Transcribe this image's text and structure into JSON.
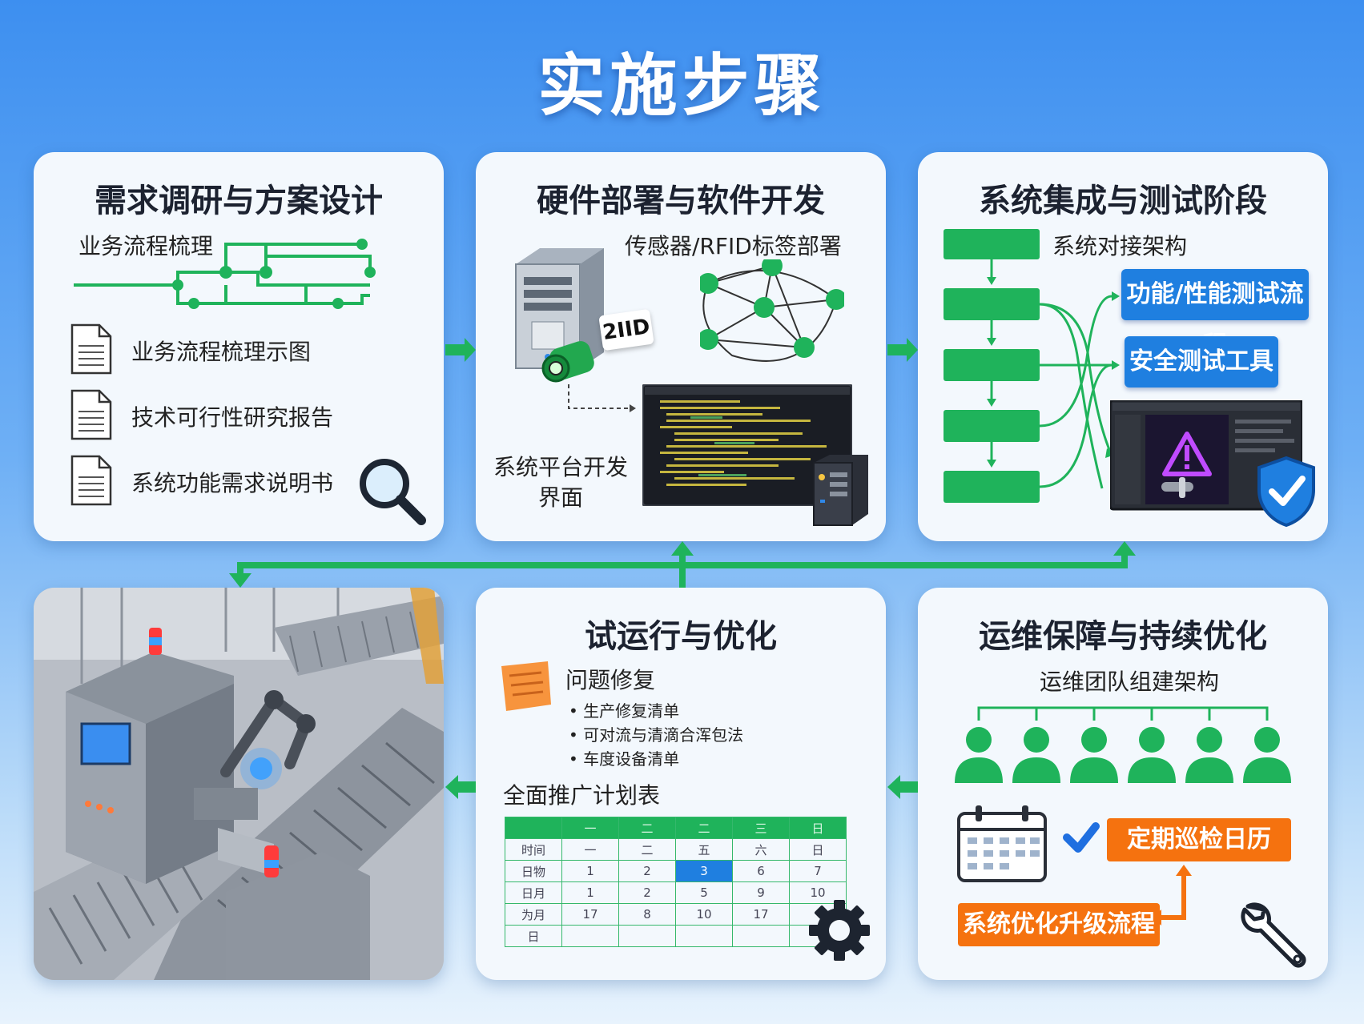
{
  "title": "实施步骤",
  "panels": {
    "requirements": {
      "title": "需求调研与方案设计",
      "subtitle": "业务流程梳理",
      "docs": [
        "业务流程梳理示图",
        "技术可行性研究报告",
        "系统功能需求说明书"
      ]
    },
    "hardware": {
      "title": "硬件部署与软件开发",
      "sensor_label": "传感器/RFID标签部署",
      "rfid_tag": "2IID",
      "platform_label_line1": "系统平台开发",
      "platform_label_line2": "界面"
    },
    "integration": {
      "title": "系统集成与测试阶段",
      "arch_label": "系统对接架构",
      "btn_perf": "功能/性能测试流程",
      "btn_security": "安全测试工具"
    },
    "trial": {
      "title": "试运行与优化",
      "issue_label": "问题修复",
      "bullets": [
        "生产修复清单",
        "可对流与清滴合浑包法",
        "车度设备清单"
      ],
      "plan_label": "全面推广计划表",
      "table_header": [
        "一",
        "二",
        "二",
        "三",
        "日"
      ],
      "table_rows": [
        [
          "时间",
          "一",
          "二",
          "五",
          "六",
          "日"
        ],
        [
          "日物",
          "1",
          "2",
          "3",
          "6",
          "7"
        ],
        [
          "日月",
          "1",
          "2",
          "5",
          "9",
          "10"
        ],
        [
          "为月",
          "17",
          "8",
          "10",
          "17",
          ""
        ],
        [
          "日",
          "",
          "",
          "",
          "",
          ""
        ]
      ]
    },
    "operations": {
      "title": "运维保障与持续优化",
      "team_label": "运维团队组建架构",
      "btn_inspection": "定期巡检日历",
      "btn_upgrade": "系统优化升级流程"
    }
  },
  "colors": {
    "green": "#1fb35b",
    "blue": "#1f7fe0",
    "orange": "#f5720f",
    "title_text": "#ffffff"
  }
}
